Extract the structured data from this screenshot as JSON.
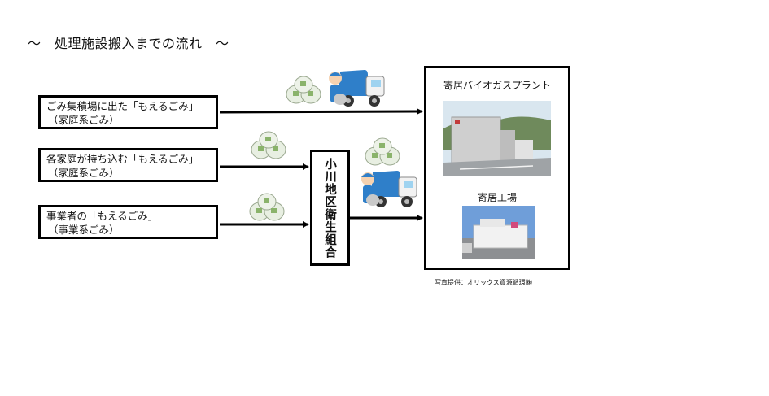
{
  "title": "～　処理施設搬入までの流れ　～",
  "sources": [
    {
      "line1": "ごみ集積場に出た「もえるごみ」",
      "line2": "（家庭系ごみ）"
    },
    {
      "line1": "各家庭が持ち込む「もえるごみ」",
      "line2": "（家庭系ごみ）"
    },
    {
      "line1": "事業者の「もえるごみ」",
      "line2": "（事業系ごみ）"
    }
  ],
  "union": "小川地区衛生組合",
  "facilities": {
    "biogas": "寄居バイオガスプラント",
    "factory": "寄居工場"
  },
  "credit": "写真提供：オリックス資源循環㈱",
  "icons": [
    "garbage-bags-icon",
    "garbage-truck-icon"
  ]
}
